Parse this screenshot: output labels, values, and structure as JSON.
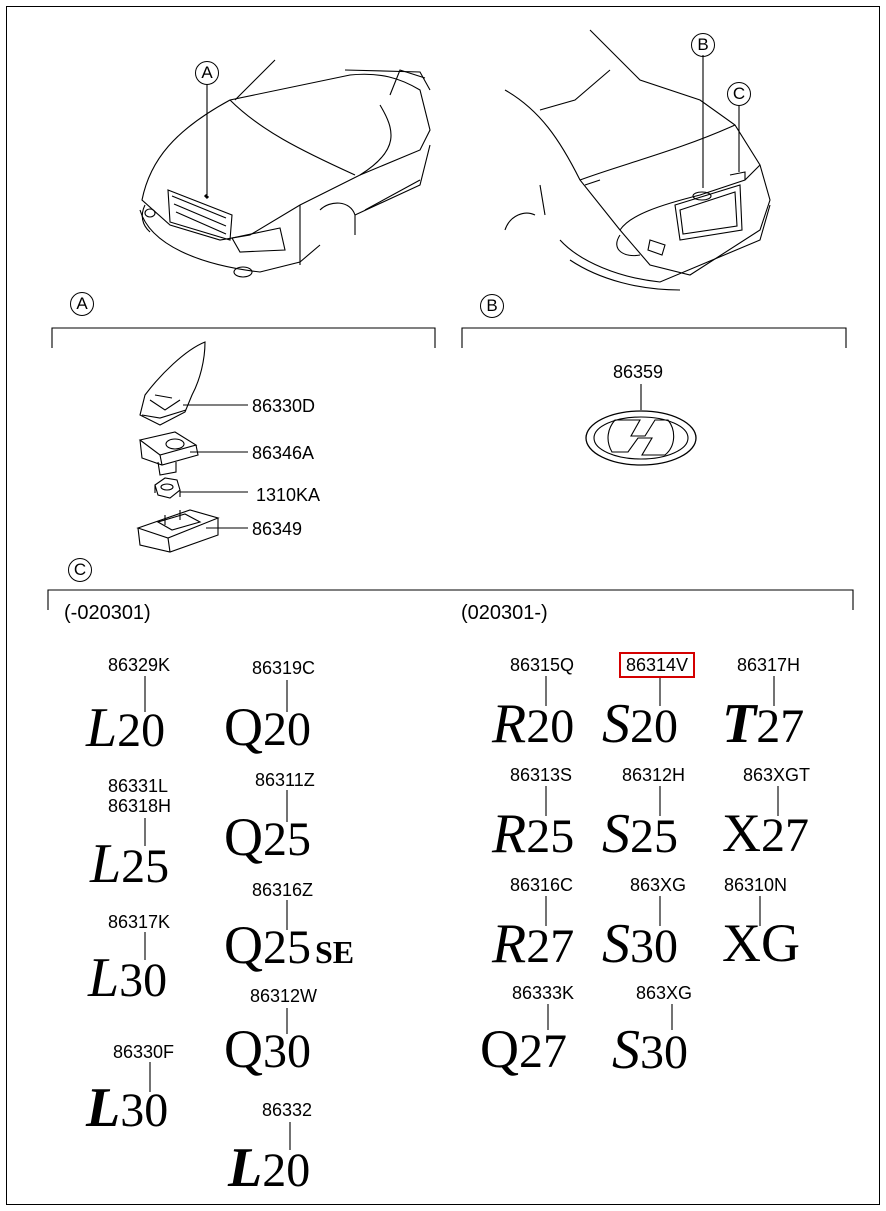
{
  "callouts": {
    "a": "A",
    "b": "B",
    "c": "C"
  },
  "section_a": {
    "parts": [
      {
        "label": "86330D"
      },
      {
        "label": "86346A"
      },
      {
        "label": "1310KA"
      },
      {
        "label": "86349"
      }
    ]
  },
  "section_b": {
    "part": "86359"
  },
  "section_c": {
    "range_left": "(-020301)",
    "range_right": "(020301-)",
    "emblems": [
      {
        "part": "86329K",
        "letter": "L",
        "number": "20"
      },
      {
        "part": "86319C",
        "letter": "Q",
        "number": "20"
      },
      {
        "part": "86331L",
        "part2": "86318H",
        "letter": "L",
        "number": "25"
      },
      {
        "part": "86311Z",
        "letter": "Q",
        "number": "25"
      },
      {
        "part": "86316Z",
        "letter": "Q",
        "number": "25",
        "suffix": "SE"
      },
      {
        "part": "86317K",
        "letter": "L",
        "number": "30"
      },
      {
        "part": "86312W",
        "letter": "Q",
        "number": "30"
      },
      {
        "part": "86330F",
        "letter": "L",
        "number": "30"
      },
      {
        "part": "86332",
        "letter": "L",
        "number": "20"
      },
      {
        "part": "86315Q",
        "letter": "R",
        "number": "20"
      },
      {
        "part": "86314V",
        "letter": "S",
        "number": "20",
        "highlighted": true
      },
      {
        "part": "86317H",
        "letter": "T",
        "number": "27"
      },
      {
        "part": "86313S",
        "letter": "R",
        "number": "25"
      },
      {
        "part": "86312H",
        "letter": "S",
        "number": "25"
      },
      {
        "part": "863XGT",
        "letter": "X",
        "number": "27"
      },
      {
        "part": "86316C",
        "letter": "R",
        "number": "27"
      },
      {
        "part": "863XG",
        "letter": "S",
        "number": "30"
      },
      {
        "part": "86310N",
        "letter": "XG",
        "number": ""
      },
      {
        "part": "86333K",
        "letter": "Q",
        "number": "27"
      },
      {
        "part": "863XG",
        "letter": "S",
        "number": "30"
      }
    ]
  },
  "colors": {
    "highlight": "#d40000",
    "ink": "#000000"
  }
}
